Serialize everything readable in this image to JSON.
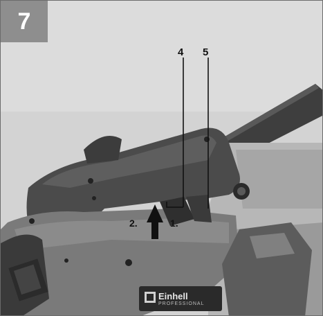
{
  "figure": {
    "number": "7",
    "callouts": {
      "label_4": "4",
      "label_5": "5"
    },
    "steps": {
      "step_1": "1.",
      "step_2": "2."
    },
    "brand": {
      "name": "Einhell",
      "sub": "PROFESSIONAL"
    }
  },
  "colors": {
    "badge_bg": "#8e8e8e",
    "badge_text": "#ffffff",
    "photo_bg": "#d8d8d8",
    "tool_body": "#6f6f6f",
    "handle": "#4a4a4a"
  },
  "icons": {
    "arrow": "up-arrow-icon",
    "logo": "einhell-logo-icon"
  }
}
